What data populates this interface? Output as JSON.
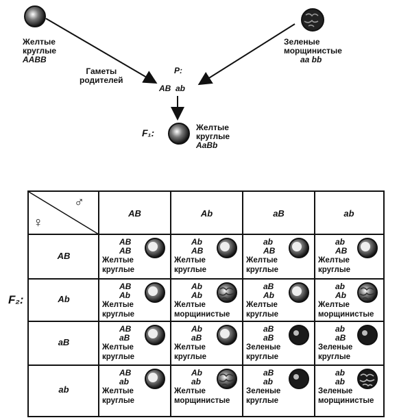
{
  "parents": {
    "left": {
      "line1": "Желтые",
      "line2": "круглые",
      "genotype": "AABB"
    },
    "right": {
      "line1": "Зеленые",
      "line2": "морщинистые",
      "genotype": "aa bb"
    },
    "p_label": "P:",
    "gametes_label_1": "Гаметы",
    "gametes_label_2": "родителей",
    "gametes": "AB  ab"
  },
  "f1": {
    "label": "F₁:",
    "line1": "Желтые",
    "line2": "круглые",
    "genotype": "AaBb"
  },
  "f2_label": "F₂:",
  "grid": {
    "male_symbol": "♂",
    "female_symbol": "♀",
    "col_headers": [
      "AB",
      "Ab",
      "aB",
      "ab"
    ],
    "row_headers": [
      "AB",
      "Ab",
      "aB",
      "ab"
    ],
    "cells": [
      [
        {
          "g1": "AB",
          "g2": "AB",
          "t1": "Желтые",
          "t2": "круглые",
          "seed": "round-yellow"
        },
        {
          "g1": "Ab",
          "g2": "AB",
          "t1": "Желтые",
          "t2": "круглые",
          "seed": "round-yellow"
        },
        {
          "g1": "ab",
          "g2": "AB",
          "t1": "Желтые",
          "t2": "круглые",
          "seed": "round-yellow"
        },
        {
          "g1": "ab",
          "g2": "AB",
          "t1": "Желтые",
          "t2": "круглые",
          "seed": "round-yellow"
        }
      ],
      [
        {
          "g1": "AB",
          "g2": "Ab",
          "t1": "Желтые",
          "t2": "круглые",
          "seed": "round-yellow"
        },
        {
          "g1": "Ab",
          "g2": "Ab",
          "t1": "Желтые",
          "t2": "морщинистые",
          "seed": "wrinkled-yellow"
        },
        {
          "g1": "aB",
          "g2": "Ab",
          "t1": "Желтые",
          "t2": "круглые",
          "seed": "round-yellow"
        },
        {
          "g1": "ab",
          "g2": "Ab",
          "t1": "Желтые",
          "t2": "морщинистые",
          "seed": "wrinkled-yellow"
        }
      ],
      [
        {
          "g1": "AB",
          "g2": "aB",
          "t1": "Желтые",
          "t2": "круглые",
          "seed": "round-yellow"
        },
        {
          "g1": "Ab",
          "g2": "aB",
          "t1": "Желтые",
          "t2": "круглые",
          "seed": "round-yellow"
        },
        {
          "g1": "aB",
          "g2": "aB",
          "t1": "Зеленые",
          "t2": "круглые",
          "seed": "round-green"
        },
        {
          "g1": "ab",
          "g2": "aB",
          "t1": "Зеленые",
          "t2": "круглые",
          "seed": "round-green"
        }
      ],
      [
        {
          "g1": "AB",
          "g2": "ab",
          "t1": "Желтые",
          "t2": "круглые",
          "seed": "round-yellow"
        },
        {
          "g1": "Ab",
          "g2": "ab",
          "t1": "Желтые",
          "t2": "морщинистые",
          "seed": "wrinkled-yellow"
        },
        {
          "g1": "aB",
          "g2": "ab",
          "t1": "Зеленые",
          "t2": "круглые",
          "seed": "round-green"
        },
        {
          "g1": "ab",
          "g2": "ab",
          "t1": "Зеленые",
          "t2": "морщинистые",
          "seed": "wrinkled-green"
        }
      ]
    ]
  }
}
